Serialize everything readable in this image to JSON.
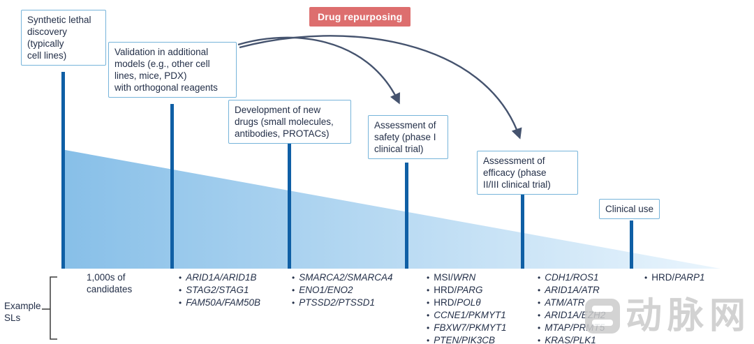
{
  "colors": {
    "tick_blue": "#0f5fa5",
    "box_border_blue": "#76b4da",
    "funnel_left": "#87bfe8",
    "funnel_right": "#eaf5fd",
    "repurposing_red": "#dd6e6e",
    "arrow_slate": "#45536e",
    "text_navy": "#232f48",
    "watermark_gray": "#cbcbcb"
  },
  "drug_repurposing": {
    "label": "Drug repurposing"
  },
  "stages": [
    {
      "label": "Synthetic lethal\ndiscovery\n(typically\ncell lines)"
    },
    {
      "label": "Validation in additional\nmodels (e.g., other cell\nlines, mice, PDX)\nwith orthogonal reagents"
    },
    {
      "label": "Development of new\ndrugs (small molecules,\nantibodies, PROTACs)"
    },
    {
      "label": "Assessment of\nsafety (phase I\nclinical trial)"
    },
    {
      "label": "Assessment of\nefficacy (phase\nII/III clinical trial)"
    },
    {
      "label": "Clinical use"
    }
  ],
  "funnel_start": {
    "label": "1,000s of\ncandidates"
  },
  "example_sls": {
    "label": "Example\nSLs"
  },
  "sl_columns": [
    {
      "items": [
        {
          "roman": "",
          "italic": "ARID1A/ARID1B"
        },
        {
          "roman": "",
          "italic": "STAG2/STAG1"
        },
        {
          "roman": "",
          "italic": "FAM50A/FAM50B"
        }
      ]
    },
    {
      "items": [
        {
          "roman": "",
          "italic": "SMARCA2/SMARCA4"
        },
        {
          "roman": "",
          "italic": "ENO1/ENO2"
        },
        {
          "roman": "",
          "italic": "PTSSD2/PTSSD1"
        }
      ]
    },
    {
      "items": [
        {
          "roman": "MSI/",
          "italic": "WRN"
        },
        {
          "roman": "HRD/",
          "italic": "PARG"
        },
        {
          "roman": "HRD/",
          "italic": "POLθ"
        },
        {
          "roman": "",
          "italic": "CCNE1/PKMYT1"
        },
        {
          "roman": "",
          "italic": "FBXW7/PKMYT1"
        },
        {
          "roman": "",
          "italic": "PTEN/PIK3CB"
        }
      ]
    },
    {
      "items": [
        {
          "roman": "",
          "italic": "CDH1/ROS1"
        },
        {
          "roman": "",
          "italic": "ARID1A/ATR"
        },
        {
          "roman": "",
          "italic": "ATM/ATR"
        },
        {
          "roman": "",
          "italic": "ARID1A/EZH2"
        },
        {
          "roman": "",
          "italic": "MTAP/PRMT5"
        },
        {
          "roman": "",
          "italic": "KRAS/PLK1"
        }
      ]
    },
    {
      "items": [
        {
          "roman": "HRD/",
          "italic": "PARP1"
        }
      ]
    }
  ],
  "watermark": {
    "text": "动脉网"
  }
}
